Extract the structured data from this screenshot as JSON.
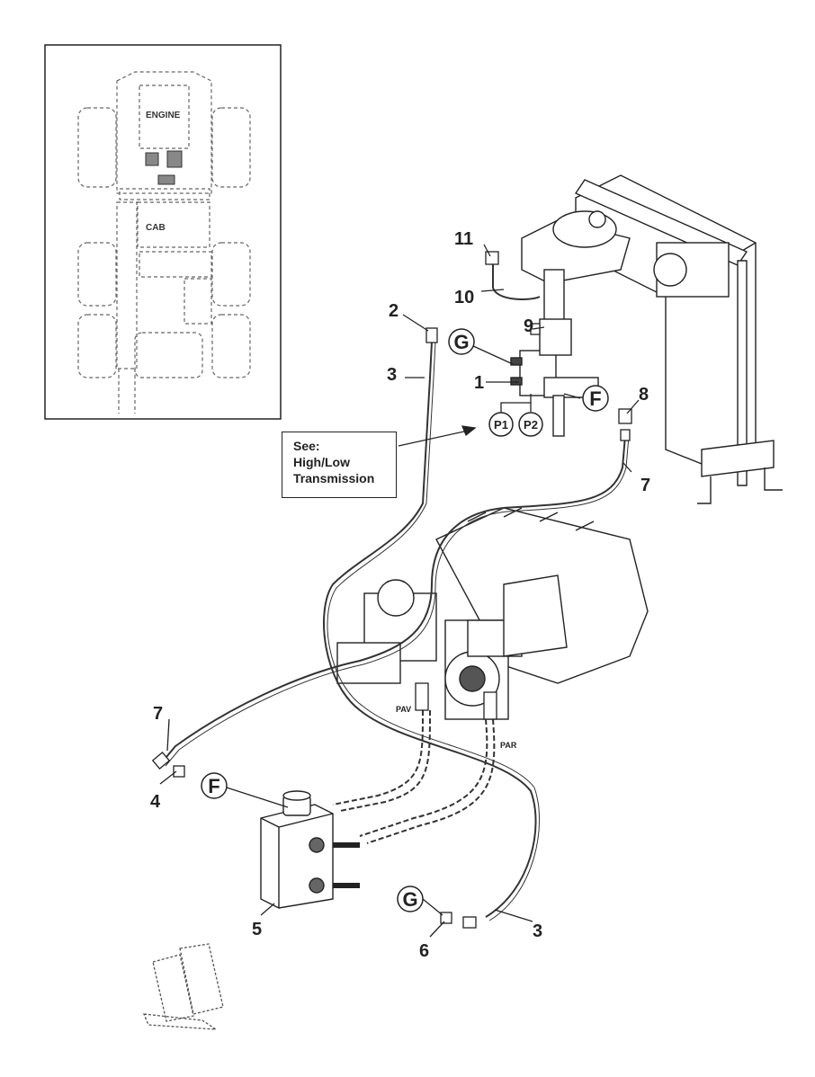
{
  "inset": {
    "engine_label": "ENGINE",
    "cab_label": "CAB"
  },
  "see_note": {
    "line1": "See:",
    "line2": "High/Low",
    "line3": "Transmission"
  },
  "callouts": {
    "c1": "1",
    "c2": "2",
    "c3a": "3",
    "c3b": "3",
    "c4": "4",
    "c5": "5",
    "c6": "6",
    "c7a": "7",
    "c7b": "7",
    "c8": "8",
    "c9": "9",
    "c10": "10",
    "c11": "11"
  },
  "ports": {
    "g_top": "G",
    "f_top": "F",
    "f_bottom": "F",
    "g_bottom": "G",
    "p1": "P1",
    "p2": "P2"
  },
  "pump_labels": {
    "pav": "PAV",
    "par": "PAR"
  }
}
